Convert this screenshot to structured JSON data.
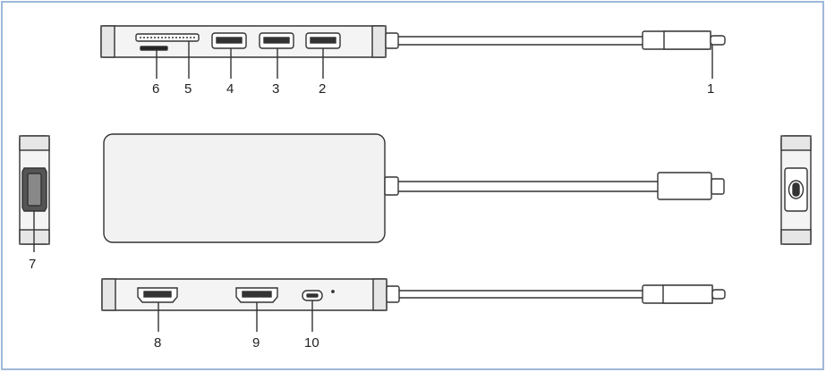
{
  "diagram": {
    "callouts": {
      "c1": "1",
      "c2": "2",
      "c3": "3",
      "c4": "4",
      "c5": "5",
      "c6": "6",
      "c7": "7",
      "c8": "8",
      "c9": "9",
      "c10": "10"
    }
  },
  "colors": {
    "frame_border": "#9fb8d8",
    "line": "#333333",
    "body_fill": "#f2f2f2"
  }
}
